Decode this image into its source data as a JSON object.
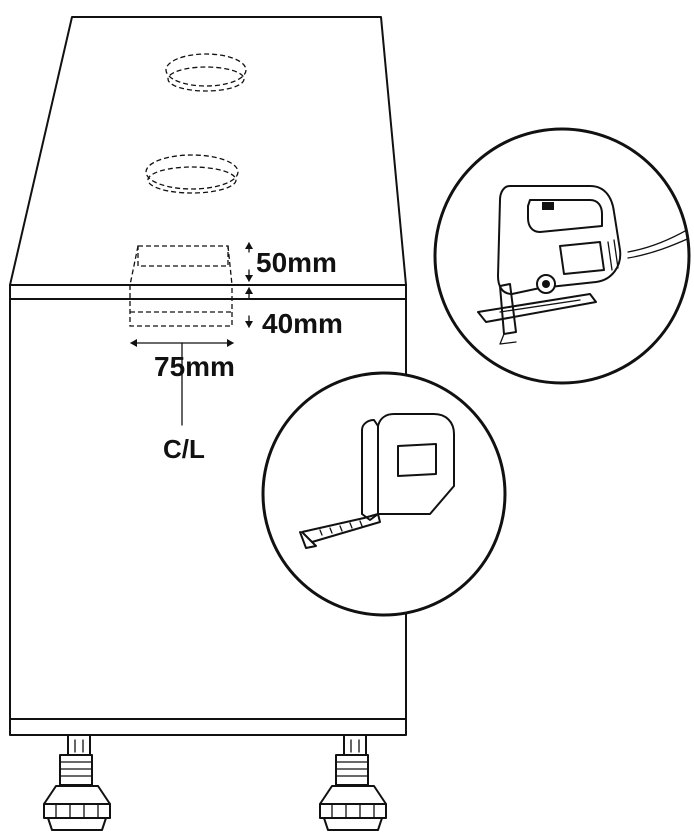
{
  "labels": {
    "depth": "50mm",
    "height": "40mm",
    "width": "75mm",
    "centre": "C/L"
  },
  "icons": {
    "tool_1": "jigsaw-icon",
    "tool_2": "tape-measure-icon"
  },
  "colors": {
    "ink": "#111111",
    "background": "#ffffff"
  }
}
